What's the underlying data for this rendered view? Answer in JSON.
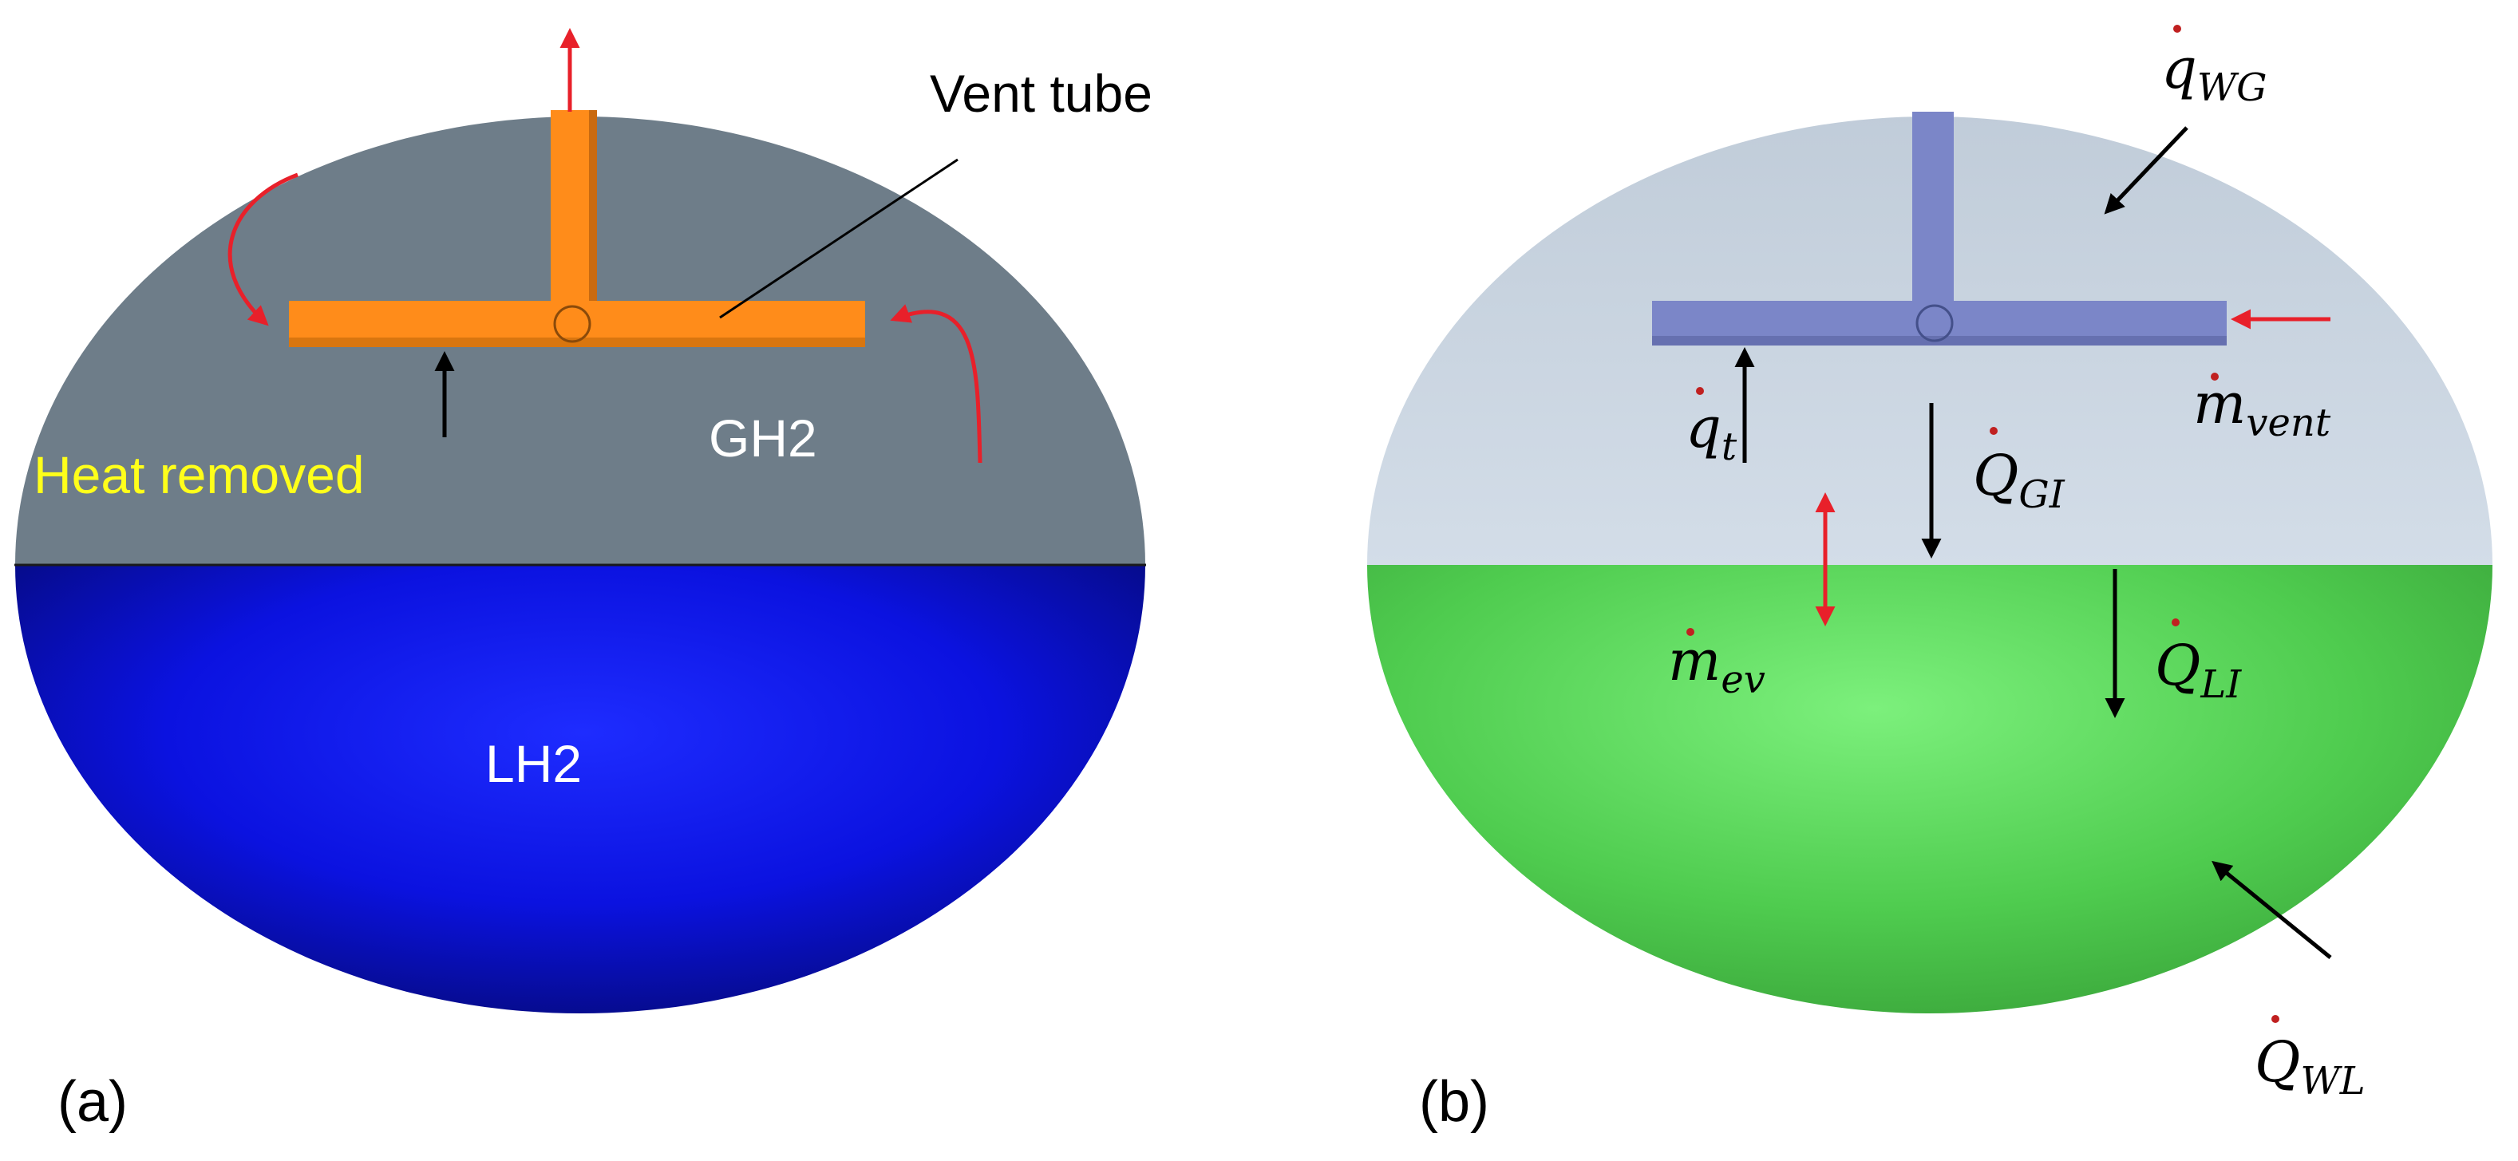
{
  "panel_a": {
    "caption": "(a)",
    "labels": {
      "vent_tube": "Vent tube",
      "gas_region": "GH2",
      "liquid_region": "LH2",
      "heat_removed": "Heat removed"
    },
    "colors": {
      "gas": "#6e7d89",
      "liquid": "#0b0fe6",
      "tube": "#ff8c1a",
      "flow_arrows": "#e8202a",
      "heat_text": "#ffff1a"
    }
  },
  "panel_b": {
    "caption": "(b)",
    "symbols": {
      "q_wg": {
        "base": "q",
        "sub": "WG"
      },
      "m_vent": {
        "base": "m",
        "sub": "vent"
      },
      "q_t": {
        "base": "q",
        "sub": "t"
      },
      "q_gi": {
        "base": "Q",
        "sub": "GI"
      },
      "m_ev": {
        "base": "m",
        "sub": "ev"
      },
      "q_li": {
        "base": "Q",
        "sub": "LI"
      },
      "q_wl": {
        "base": "Q",
        "sub": "WL"
      }
    },
    "colors": {
      "gas": "#c9d5e1",
      "liquid": "#55d655",
      "tube": "#7b86c8",
      "arrows": "#000000",
      "red_arrows": "#e8202a"
    }
  }
}
